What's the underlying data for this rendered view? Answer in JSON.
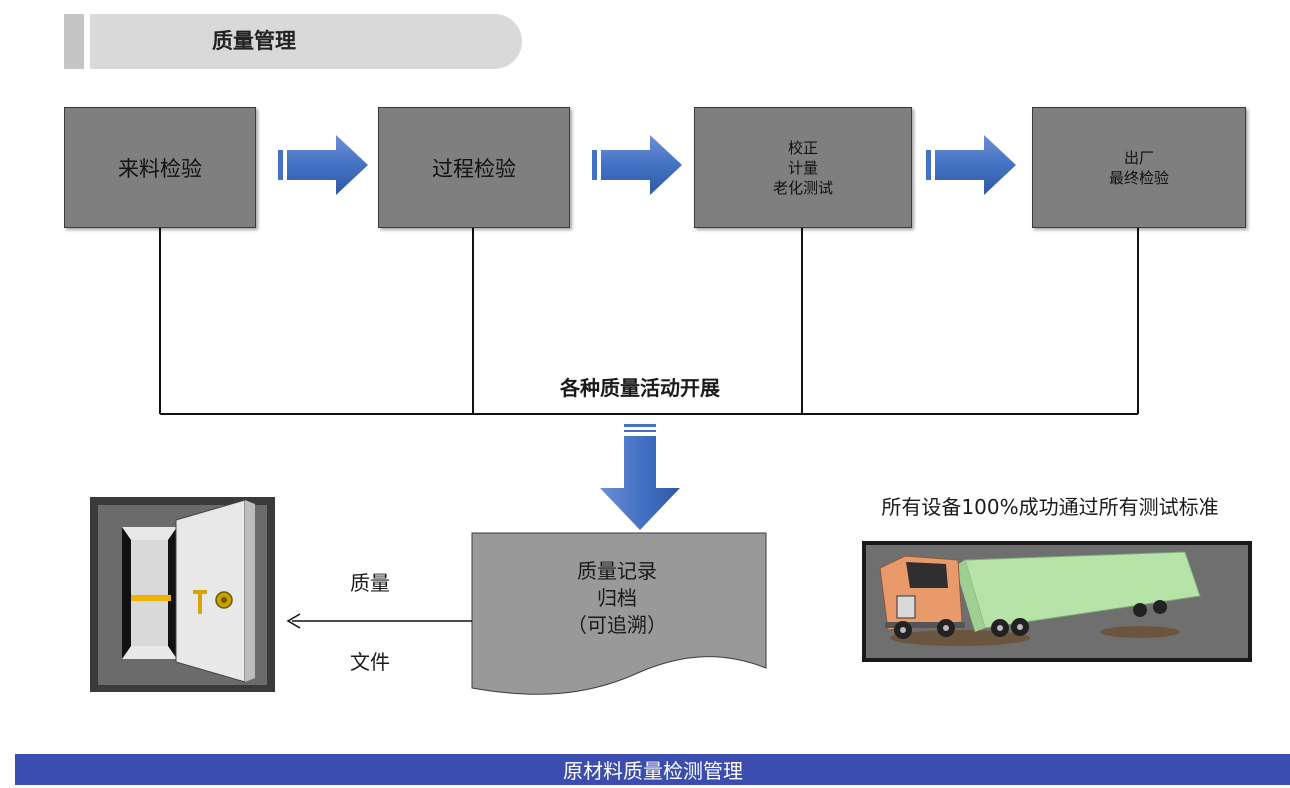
{
  "header": {
    "title": "质量管理"
  },
  "process_steps": [
    {
      "lines": [
        "来料检验"
      ]
    },
    {
      "lines": [
        "过程检验"
      ]
    },
    {
      "lines": [
        "校正",
        "计量",
        "老化测试"
      ]
    },
    {
      "lines": [
        "出厂",
        "最终检验"
      ]
    }
  ],
  "activities_label": "各种质量活动开展",
  "record": {
    "lines": [
      "质量记录",
      "归档",
      "（可追溯）"
    ]
  },
  "archive_labels": {
    "top": "质量",
    "bottom": "文件"
  },
  "standard_text": "所有设备100%成功通过所有测试标准",
  "footer": {
    "caption": "原材料质量检测管理"
  },
  "colors": {
    "arrow_blue": "#4472c4",
    "box_gray": "#7f7f7f",
    "footer_blue": "#3c4db0"
  }
}
